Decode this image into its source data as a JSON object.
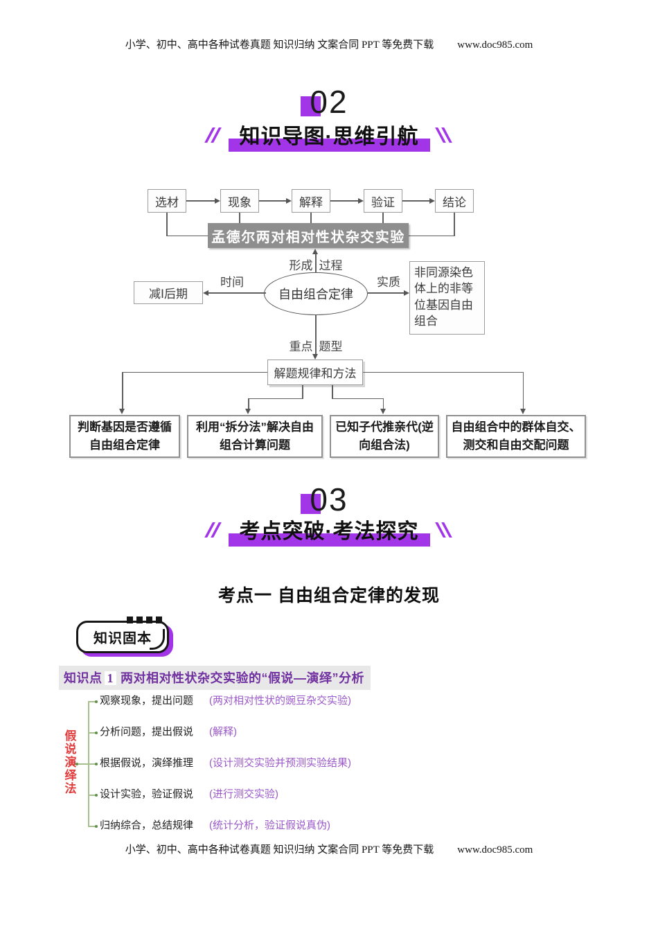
{
  "header": {
    "text": "小学、初中、高中各种试卷真题 知识归纳 文案合同 PPT 等免费下载",
    "url": "www.doc985.com"
  },
  "footer": {
    "text": "小学、初中、高中各种试卷真题 知识归纳 文案合同 PPT 等免费下载",
    "url": "www.doc985.com"
  },
  "section02": {
    "number": "02",
    "title": "知识导图·思维引航"
  },
  "section03": {
    "number": "03",
    "title": "考点突破·考法探究"
  },
  "mindmap": {
    "steps": [
      "选材",
      "现象",
      "解释",
      "验证",
      "结论"
    ],
    "experiment": "孟德尔两对相对性状杂交实验",
    "process_label": {
      "left": "形成",
      "right": "过程"
    },
    "time_label": "时间",
    "time_box": "减Ⅰ后期",
    "law": "自由组合定律",
    "essence_label": "实质",
    "essence_box": "非同源染色体上的非等位基因自由组合",
    "topics_label": {
      "left": "重点",
      "right": "题型"
    },
    "method_box": "解题规律和方法",
    "topic_boxes": [
      "判断基因是否遵循自由组合定律",
      "利用“拆分法”解决自由组合计算问题",
      "已知子代推亲代(逆向组合法)",
      "自由组合中的群体自交、测交和自由交配问题"
    ]
  },
  "kaodian_title": "考点一  自由组合定律的发现",
  "badge_label": "知识固本",
  "knowledge_point": {
    "prefix": "知识点",
    "number": "1",
    "title": "两对相对性状杂交实验的“假说—演绎”分析"
  },
  "hypothesis": {
    "side_label": "假说演绎法",
    "items": [
      {
        "step": "观察现象，提出问题",
        "note": "(两对相对性状的豌豆杂交实验)"
      },
      {
        "step": "分析问题，提出假说",
        "note": "(解释)"
      },
      {
        "step": "根据假说，演绎推理",
        "note": "(设计测交实验并预测实验结果)"
      },
      {
        "step": "设计实验，验证假说",
        "note": "(进行测交实验)"
      },
      {
        "step": "归纳综合，总结规律",
        "note": "(统计分析，验证假说真伪)"
      }
    ]
  },
  "colors": {
    "accent_purple": "#a335e8",
    "heading_purple": "#7030a0",
    "note_purple": "#9b59c9",
    "side_red": "#e03c3c",
    "branch_green": "#a6bf8c",
    "gray_band": "#8e8e8e"
  }
}
